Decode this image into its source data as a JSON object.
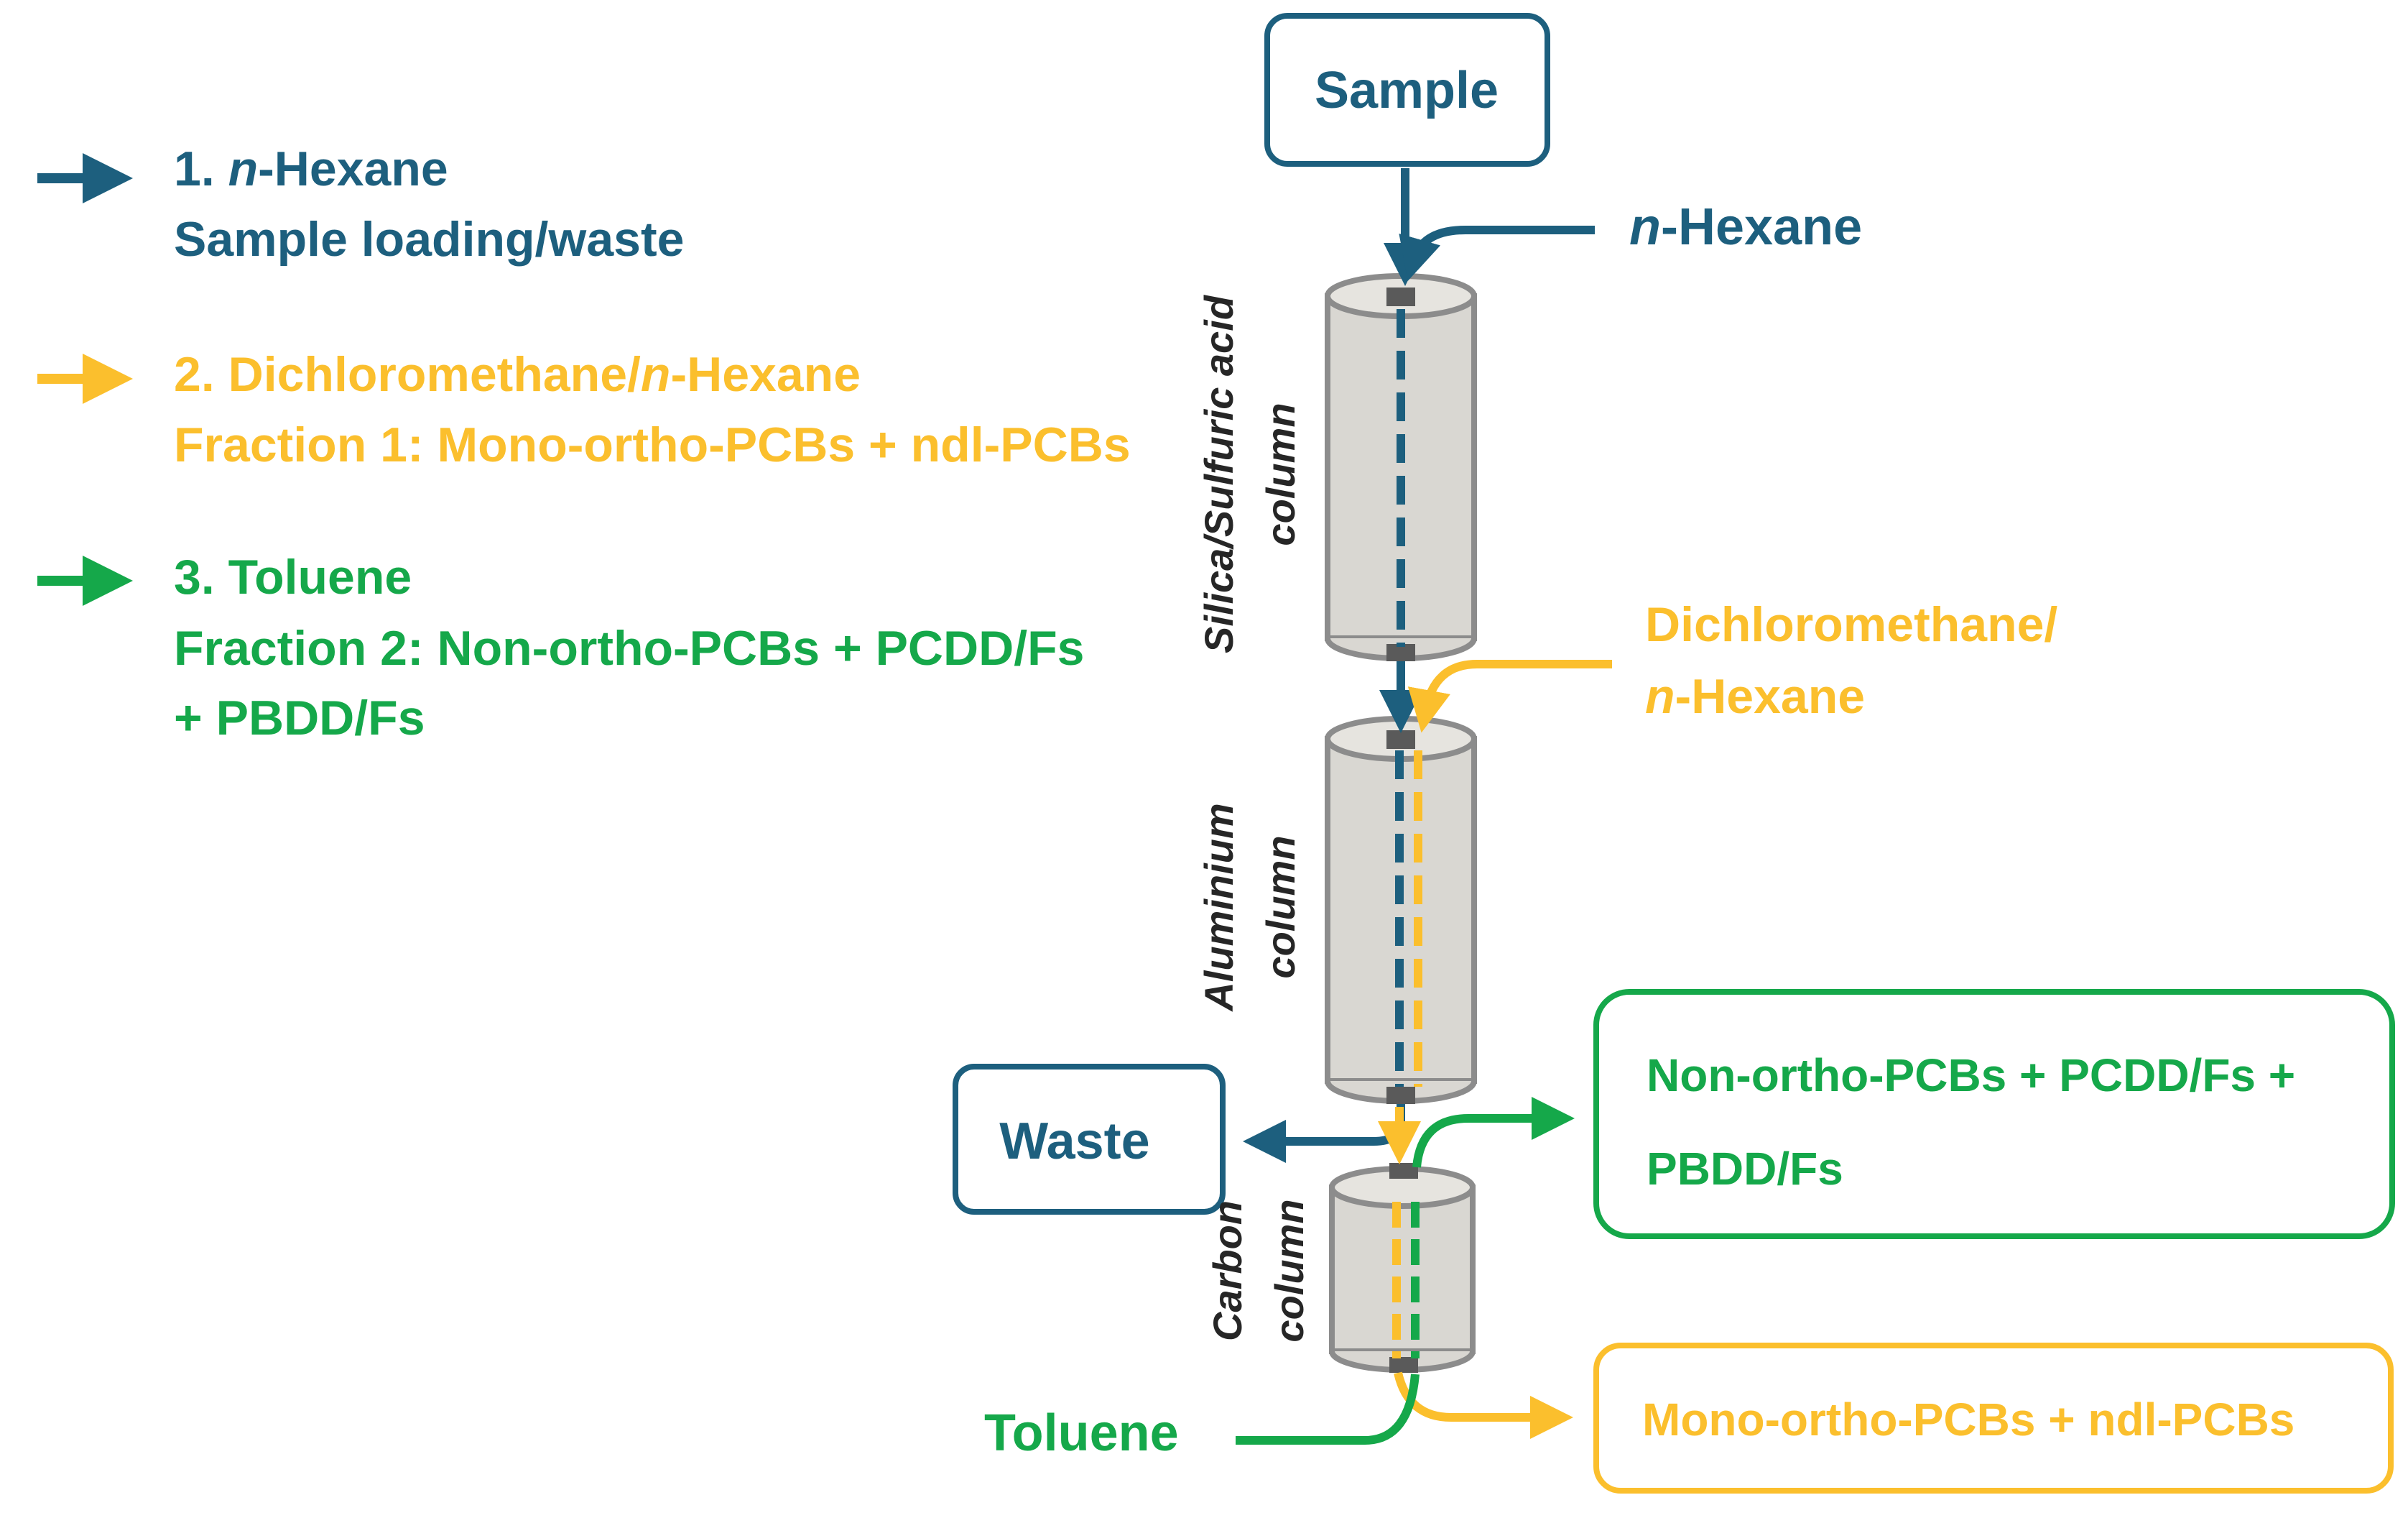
{
  "colors": {
    "blue": "#1d5f7e",
    "yellow": "#fbbf2d",
    "green": "#15a84a",
    "column_fill": "#d9d7d2",
    "column_stroke": "#8c8c8c",
    "connector": "#5a5a5a"
  },
  "legend": [
    {
      "color": "blue",
      "lines": [
        [
          {
            "t": "1. "
          },
          {
            "t": "n",
            "i": true
          },
          {
            "t": "-Hexane"
          }
        ],
        [
          {
            "t": "Sample loading/waste"
          }
        ]
      ]
    },
    {
      "color": "yellow",
      "lines": [
        [
          {
            "t": "2. Dichloromethane/"
          },
          {
            "t": "n",
            "i": true
          },
          {
            "t": "-Hexane"
          }
        ],
        [
          {
            "t": "Fraction 1: Mono-ortho-PCBs + ndl-PCBs"
          }
        ]
      ]
    },
    {
      "color": "green",
      "lines": [
        [
          {
            "t": "3. Toluene"
          }
        ],
        [
          {
            "t": "Fraction 2: Non-ortho-PCBs + PCDD/Fs"
          }
        ],
        [
          {
            "t": "+ PBDD/Fs"
          }
        ]
      ]
    }
  ],
  "boxes": {
    "sample": "Sample",
    "waste": "Waste",
    "fraction2_line1": "Non-ortho-PCBs + PCDD/Fs +",
    "fraction2_line2": "PBDD/Fs",
    "fraction1": "Mono-ortho-PCBs + ndl-PCBs"
  },
  "solvents": {
    "hexane": [
      {
        "t": "n",
        "i": true
      },
      {
        "t": "-Hexane"
      }
    ],
    "dcm_line1": [
      {
        "t": "Dichloromethane/"
      }
    ],
    "dcm_line2": [
      {
        "t": "n",
        "i": true
      },
      {
        "t": "-Hexane"
      }
    ],
    "toluene": [
      {
        "t": "Toluene"
      }
    ]
  },
  "columns": {
    "silica": [
      "Silica/Sulfuric acid",
      "column"
    ],
    "aluminium": [
      "Aluminium",
      "column"
    ],
    "carbon": [
      "Carbon",
      "column"
    ]
  }
}
